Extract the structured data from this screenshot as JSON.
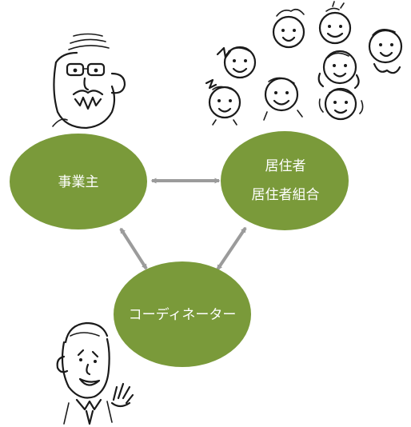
{
  "nodes": {
    "owner": {
      "label": "事業主"
    },
    "residents": {
      "line1": "居住者",
      "line2": "居住者組合"
    },
    "coordinator": {
      "label": "コーディネーター"
    }
  },
  "colors": {
    "node_fill": "#7a9a3a",
    "arrow": "#9b9b9b",
    "node_text": "#ffffff"
  },
  "illustrations": [
    "business-owner-sketch",
    "residents-crowd-sketch",
    "coordinator-sketch"
  ]
}
